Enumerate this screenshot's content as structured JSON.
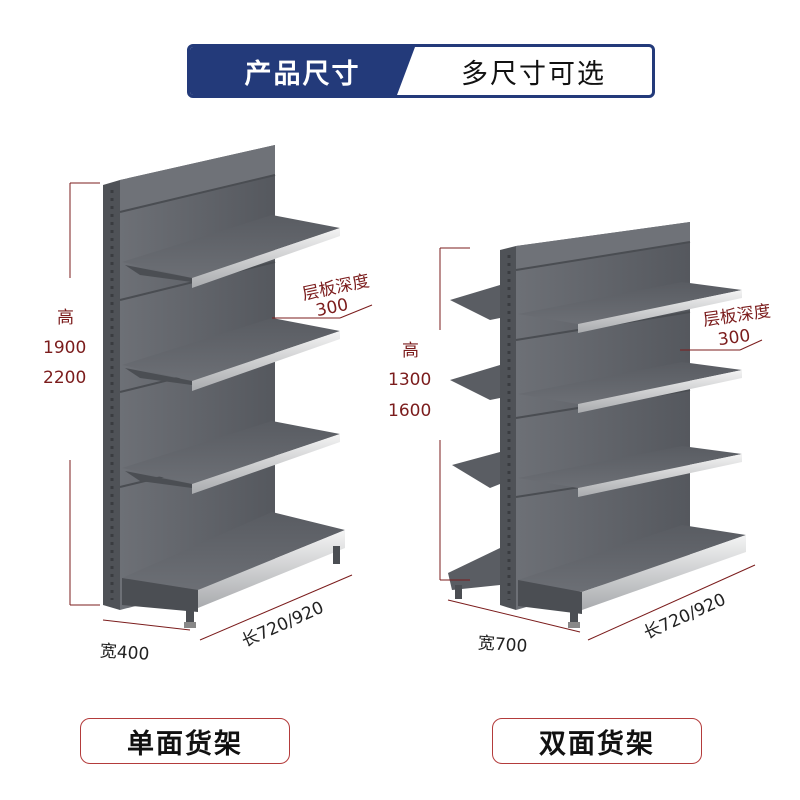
{
  "banner": {
    "left_label": "产品尺寸",
    "right_label": "多尺寸可选"
  },
  "single": {
    "height_label": "高",
    "height_values": [
      "1900",
      "2200"
    ],
    "depth_label": "层板深度",
    "depth_value": "300",
    "width_label": "宽400",
    "length_label": "长720/920",
    "caption": "单面货架"
  },
  "double": {
    "height_label": "高",
    "height_values": [
      "1300",
      "1600"
    ],
    "depth_label": "层板深度",
    "depth_value": "300",
    "width_label": "宽700",
    "length_label": "长720/920",
    "caption": "双面货架"
  },
  "colors": {
    "banner": "#233a7a",
    "dimension": "#7b1c1c",
    "shelf": "#5e6167",
    "caption_border": "#b33b3b"
  }
}
